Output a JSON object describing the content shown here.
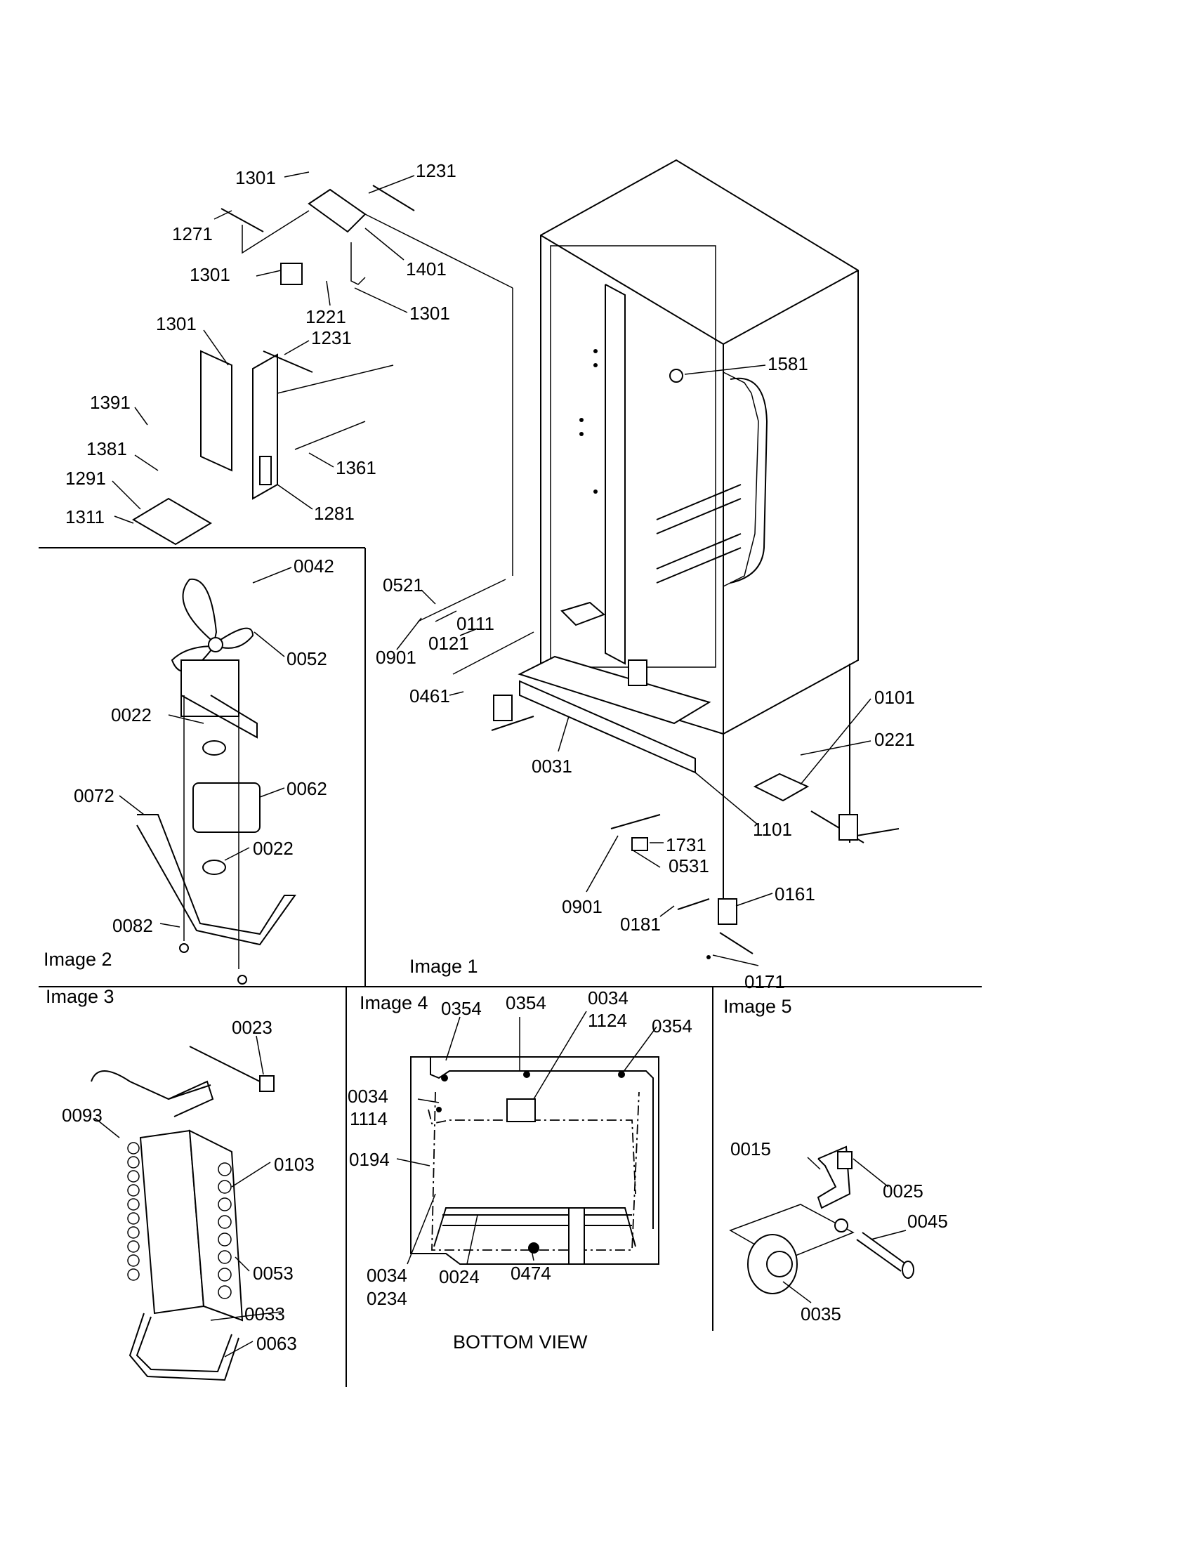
{
  "panels": {
    "image1": "Image 1",
    "image2": "Image 2",
    "image3": "Image 3",
    "image4": "Image 4",
    "image5": "Image 5",
    "bottom_view": "BOTTOM VIEW"
  },
  "labels": {
    "i1_1301a": "1301",
    "i1_1231a": "1231",
    "i1_1271": "1271",
    "i1_1301b": "1301",
    "i1_1401": "1401",
    "i1_1221": "1221",
    "i1_1301c": "1301",
    "i1_1301d": "1301",
    "i1_1231b": "1231",
    "i1_1391": "1391",
    "i1_1381": "1381",
    "i1_1361": "1361",
    "i1_1291": "1291",
    "i1_1311": "1311",
    "i1_1281": "1281",
    "i1_1581": "1581",
    "i1_0521": "0521",
    "i1_0111": "0111",
    "i1_0901a": "0901",
    "i1_0121": "0121",
    "i1_0461": "0461",
    "i1_0031": "0031",
    "i1_0101": "0101",
    "i1_0221": "0221",
    "i1_1101": "1101",
    "i1_1731": "1731",
    "i1_0531": "0531",
    "i1_0901b": "0901",
    "i1_0161": "0161",
    "i1_0181": "0181",
    "i1_0171": "0171",
    "i2_0042": "0042",
    "i2_0052": "0052",
    "i2_0022a": "0022",
    "i2_0062": "0062",
    "i2_0072": "0072",
    "i2_0022b": "0022",
    "i2_0082": "0082",
    "i3_0023": "0023",
    "i3_0093": "0093",
    "i3_0103": "0103",
    "i3_0053": "0053",
    "i3_0033": "0033",
    "i3_0063": "0063",
    "i4_0354a": "0354",
    "i4_0354b": "0354",
    "i4_0034a": "0034",
    "i4_1124": "1124",
    "i4_0354c": "0354",
    "i4_0034b": "0034",
    "i4_1114": "1114",
    "i4_0194": "0194",
    "i4_0034c": "0034",
    "i4_0234": "0234",
    "i4_0024": "0024",
    "i4_0474": "0474",
    "i5_0015": "0015",
    "i5_0025": "0025",
    "i5_0045": "0045",
    "i5_0035": "0035"
  }
}
